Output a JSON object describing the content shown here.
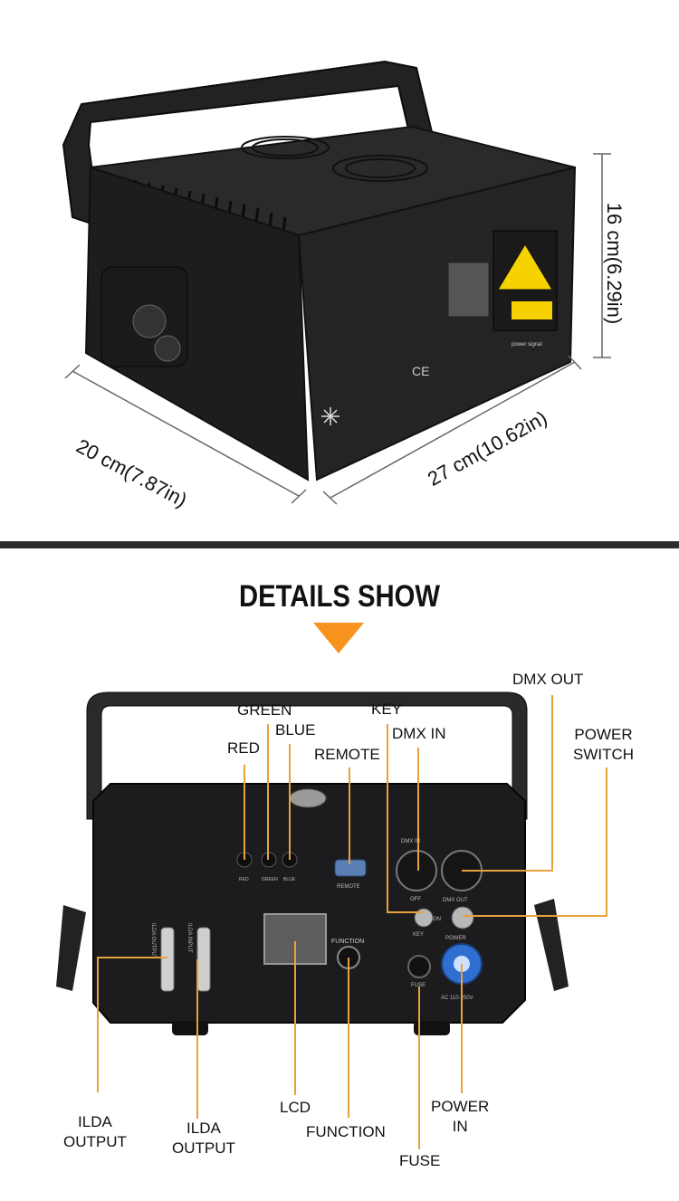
{
  "product_view": {
    "depth_label": "20 cm(7.87in)",
    "width_label": "27 cm(10.62in)",
    "height_label": "16 cm(6.29in)",
    "panel_mark": "CE",
    "front_text": "power signal"
  },
  "details": {
    "heading": "DETAILS SHOW"
  },
  "rear_panel": {
    "panel_text": {
      "red": "RED",
      "green": "GREEN",
      "blue": "BLUE",
      "remote": "REMOTE",
      "dmx_in": "DMX IN",
      "dmx_out": "DMX OUT",
      "off": "OFF",
      "on": "ON",
      "key": "KEY",
      "function": "FUNCTION",
      "power": "POWER",
      "fuse": "FUSE",
      "ac": "AC 110-250V",
      "ilda_output": "ILDA OUTPUT",
      "ilda_input": "ILDA INPUT"
    },
    "callouts": {
      "green": "GREEN",
      "blue": "BLUE",
      "red": "RED",
      "remote": "REMOTE",
      "key": "KEY",
      "dmx_in": "DMX IN",
      "dmx_out": "DMX OUT",
      "power_switch_1": "POWER",
      "power_switch_2": "SWITCH",
      "ilda_output_1": "ILDA",
      "ilda_output_2": "OUTPUT",
      "ilda_input_1": "ILDA",
      "ilda_input_2": "OUTPUT",
      "lcd": "LCD",
      "function": "FUNCTION",
      "power_in_1": "POWER",
      "power_in_2": "IN",
      "fuse": "FUSE"
    }
  },
  "colors": {
    "accent": "#f7931e",
    "callout_line": "#e9a23b",
    "device_body": "#1c1c1e",
    "divider": "#2b2b2b"
  }
}
